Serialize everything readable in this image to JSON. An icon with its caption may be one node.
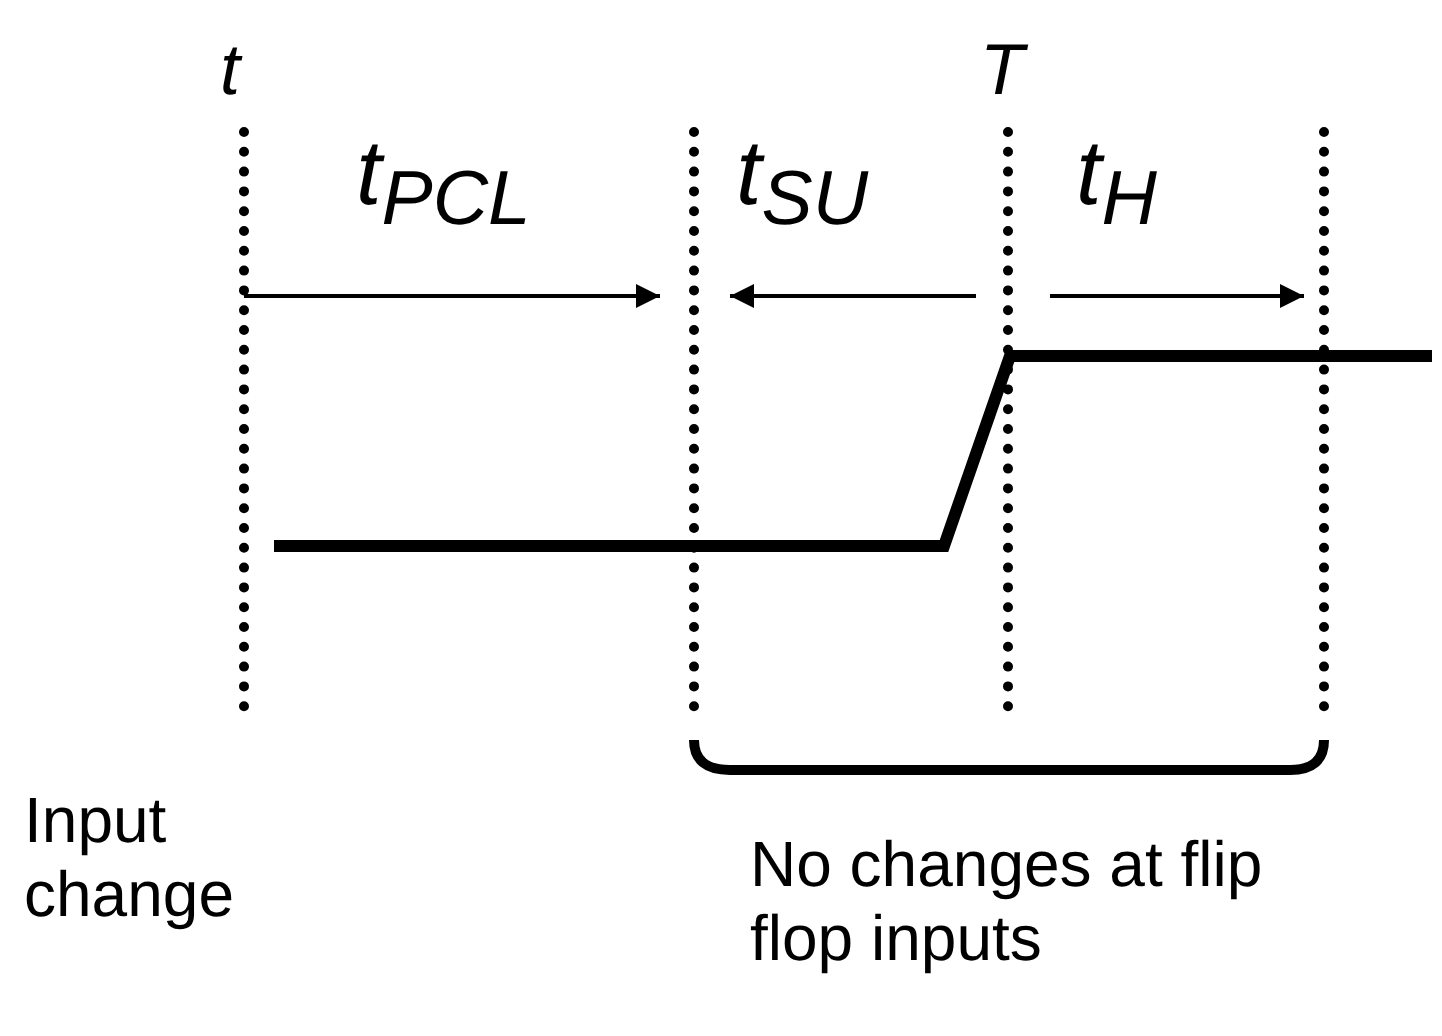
{
  "diagram": {
    "labels": [
      "t",
      "T",
      "t$_{PCL}$",
      "t$_{SU}$",
      "t$_{H}$",
      "Input change",
      "No changes at flip flop inputs"
    ]
  }
}
